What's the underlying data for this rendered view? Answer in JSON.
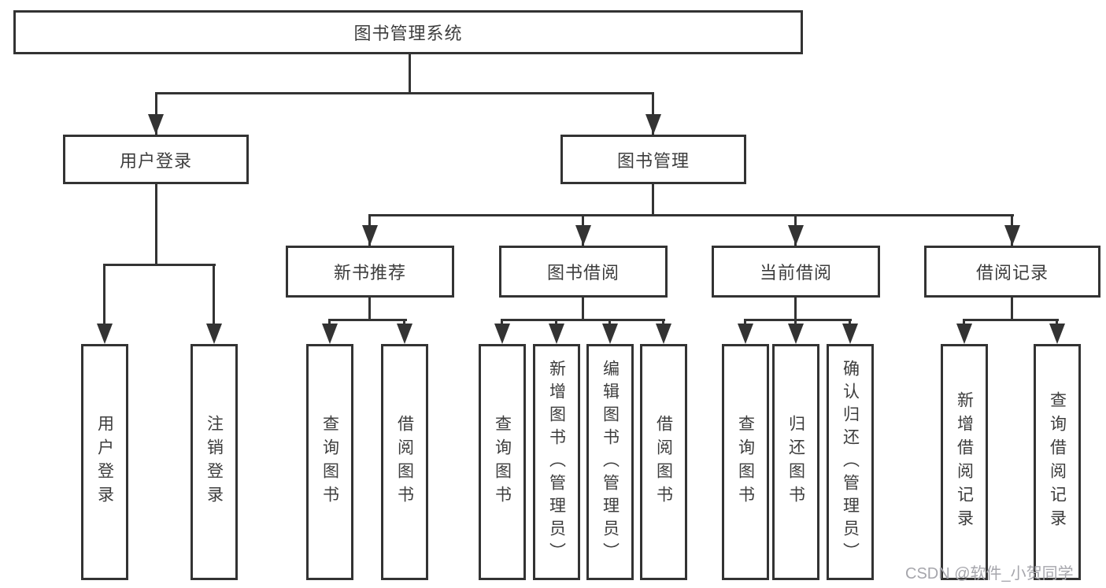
{
  "tree": {
    "root": "图书管理系统",
    "l2": [
      "用户登录",
      "图书管理"
    ],
    "l3": [
      "新书推荐",
      "图书借阅",
      "当前借阅",
      "借阅记录"
    ],
    "leaves": {
      "user": [
        "用户登录",
        "注销登录"
      ],
      "newbook": [
        "查询图书",
        "借阅图书"
      ],
      "borrow": [
        "查询图书",
        "新增图书（管理员）",
        "编辑图书（管理员）",
        "借阅图书"
      ],
      "current": [
        "查询图书",
        "归还图书",
        "确认归还（管理员）"
      ],
      "record": [
        "新增借阅记录",
        "查询借阅记录"
      ]
    }
  },
  "page": {
    "watermark": "CSDN @软件_小贺同学"
  },
  "colors": {
    "line": "#333333",
    "text": "#3d3d3d",
    "watermark": "#a6a6ac",
    "background": "#ffffff"
  }
}
